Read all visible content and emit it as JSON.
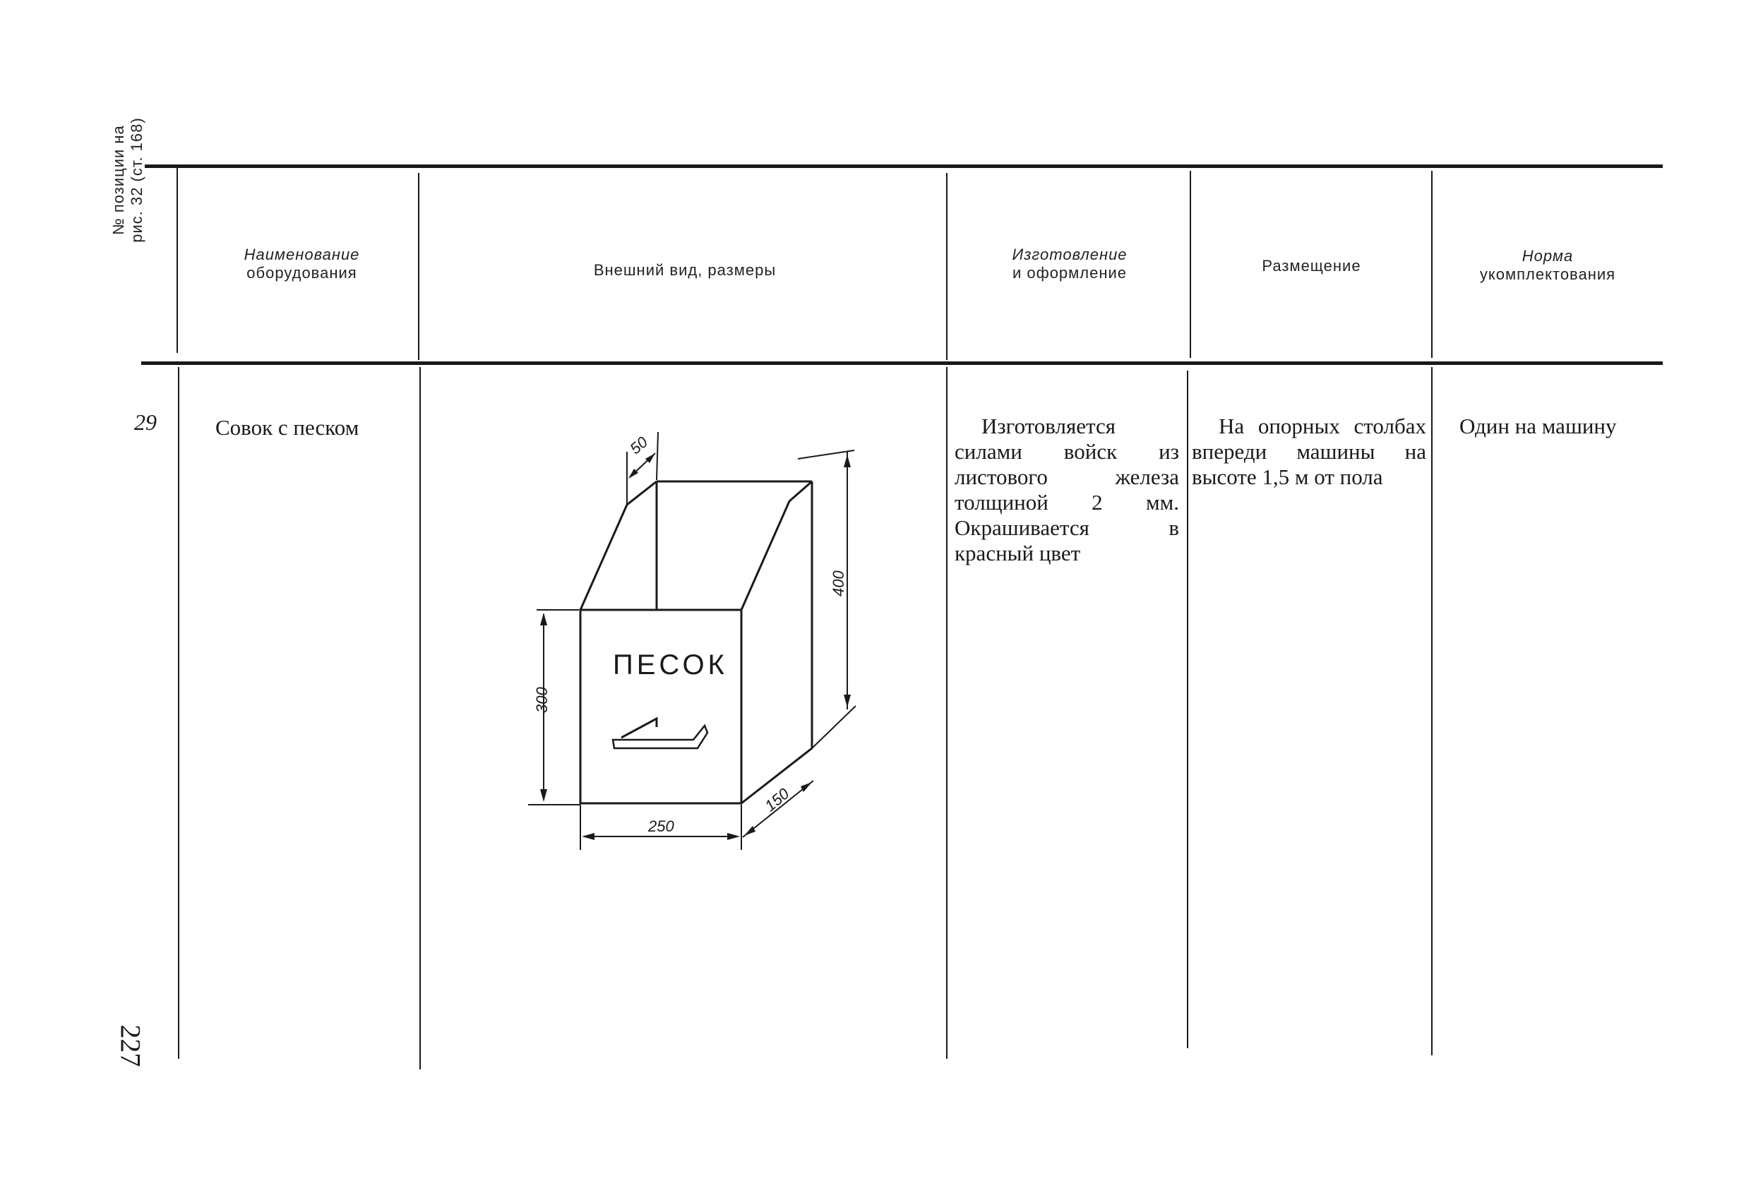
{
  "table": {
    "headers": {
      "position_line1": "№ позиции на",
      "position_line2": "рис. 32 (ст. 168)",
      "name_line1": "Наименование",
      "name_line2": "оборудования",
      "appearance": "Внешний вид, размеры",
      "manufacture_line1": "Изготовление",
      "manufacture_line2": "и оформление",
      "placement": "Размещение",
      "norm_line1": "Норма",
      "norm_line2": "укомплектования"
    },
    "row": {
      "number": "29",
      "name": "Совок с песком",
      "manufacture": "Изготовляется силами войск из листового железа толщиной 2 мм. Окрашивается в красный цвет",
      "placement": "На опорных столбах впереди машины на высоте 1,5 м от пола",
      "norm": "Один на машину"
    }
  },
  "drawing": {
    "label": "ПЕСОК",
    "dimensions": {
      "top_offset": "50",
      "height_back": "400",
      "height_front": "300",
      "width": "250",
      "depth": "150"
    }
  },
  "page_number": "227"
}
